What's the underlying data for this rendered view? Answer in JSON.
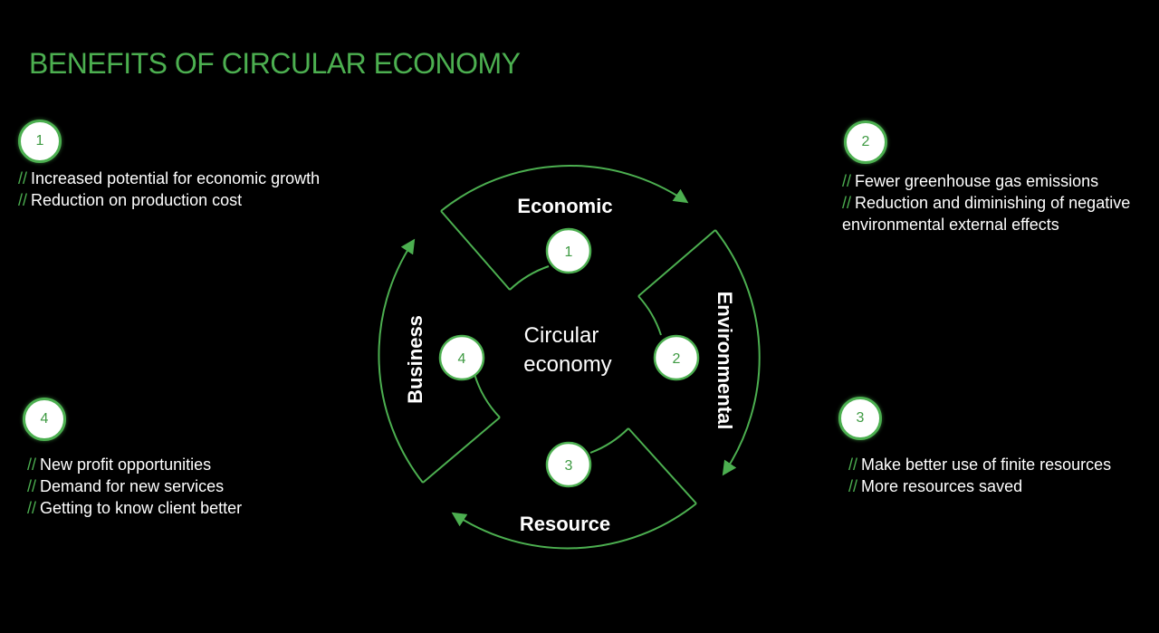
{
  "title": "BENEFITS OF CIRCULAR ECONOMY",
  "colors": {
    "accent": "#4caf50",
    "background": "#000000",
    "text": "#ffffff",
    "badge_fill": "#ffffff"
  },
  "diagram": {
    "center_label": {
      "line1": "Circular",
      "line2": "economy"
    },
    "segments": [
      {
        "number": "1",
        "label": "Economic"
      },
      {
        "number": "2",
        "label": "Environmental"
      },
      {
        "number": "3",
        "label": "Resource"
      },
      {
        "number": "4",
        "label": "Business"
      }
    ]
  },
  "benefits": [
    {
      "number": "1",
      "lines": [
        "Increased potential for economic growth",
        "Reduction on production cost"
      ]
    },
    {
      "number": "2",
      "lines": [
        "Fewer greenhouse gas emissions",
        "Reduction and diminishing of negative",
        "environmental external effects"
      ]
    },
    {
      "number": "3",
      "lines": [
        "Make better use of finite resources",
        "More resources saved"
      ]
    },
    {
      "number": "4",
      "lines": [
        "New profit opportunities",
        "Demand for new services",
        "Getting to know client better"
      ]
    }
  ],
  "bullet_prefix": "//"
}
